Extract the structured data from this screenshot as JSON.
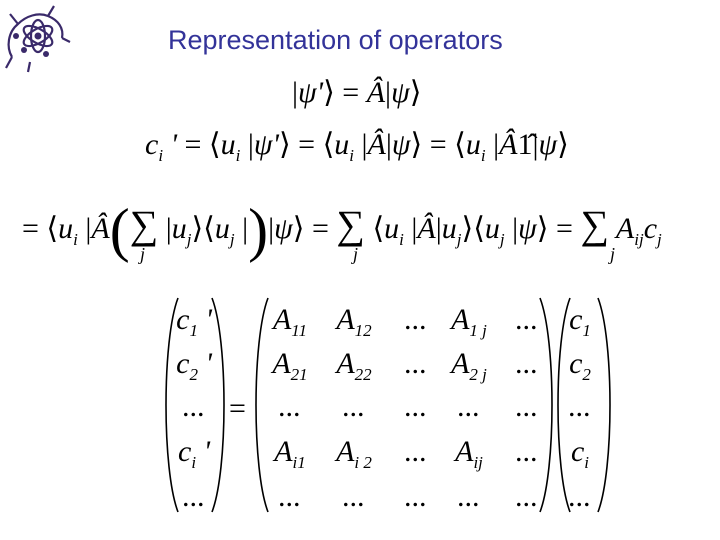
{
  "slide": {
    "title": "Representation of operators",
    "logo_icon": "lizard-atom-logo",
    "title_color": "#333399"
  },
  "equations": {
    "eq1": "|ψ'⟩ = Â|ψ⟩",
    "eq2": "cᵢ' = ⟨uᵢ|ψ'⟩ = ⟨uᵢ|Â|ψ⟩ = ⟨uᵢ|Â1̂|ψ⟩",
    "eq3": "= ⟨uᵢ|Â( Σⱼ |uⱼ⟩⟨uⱼ| )|ψ⟩ = Σⱼ ⟨uᵢ|Â|uⱼ⟩⟨uⱼ|ψ⟩ = Σⱼ Aᵢⱼcⱼ"
  },
  "matrix_equation": {
    "lhs": [
      "c1'",
      "c2'",
      "...",
      "ci'",
      "..."
    ],
    "equals": "=",
    "matrix": [
      [
        "A11",
        "A12",
        "...",
        "A1j",
        "..."
      ],
      [
        "A21",
        "A22",
        "...",
        "A2j",
        "..."
      ],
      [
        "...",
        "...",
        "...",
        "...",
        "..."
      ],
      [
        "Ai1",
        "Ai2",
        "...",
        "Aij",
        "..."
      ],
      [
        "...",
        "...",
        "...",
        "...",
        "..."
      ]
    ],
    "rhs": [
      "c1",
      "c2",
      "...",
      "ci",
      "..."
    ]
  }
}
